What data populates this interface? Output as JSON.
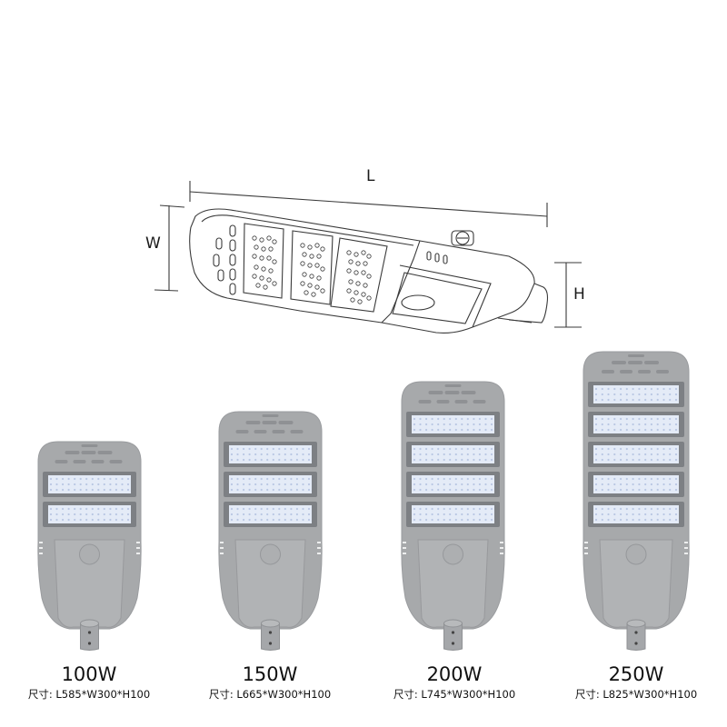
{
  "diagram": {
    "labels": {
      "length": "L",
      "width": "W",
      "height": "H"
    },
    "line_color": "#3a3a3a"
  },
  "colors": {
    "housing": "#a7a9ab",
    "housing_dark": "#8f9194",
    "module_frame": "#7d8084",
    "led_panel": "#e4ebf7",
    "led_dot": "#b9c7e3"
  },
  "products": [
    {
      "wattage": "100W",
      "size_label": "尺寸: L585*W300*H100",
      "modules": 2
    },
    {
      "wattage": "150W",
      "size_label": "尺寸: L665*W300*H100",
      "modules": 3
    },
    {
      "wattage": "200W",
      "size_label": "尺寸: L745*W300*H100",
      "modules": 4
    },
    {
      "wattage": "250W",
      "size_label": "尺寸: L825*W300*H100",
      "modules": 5
    }
  ]
}
